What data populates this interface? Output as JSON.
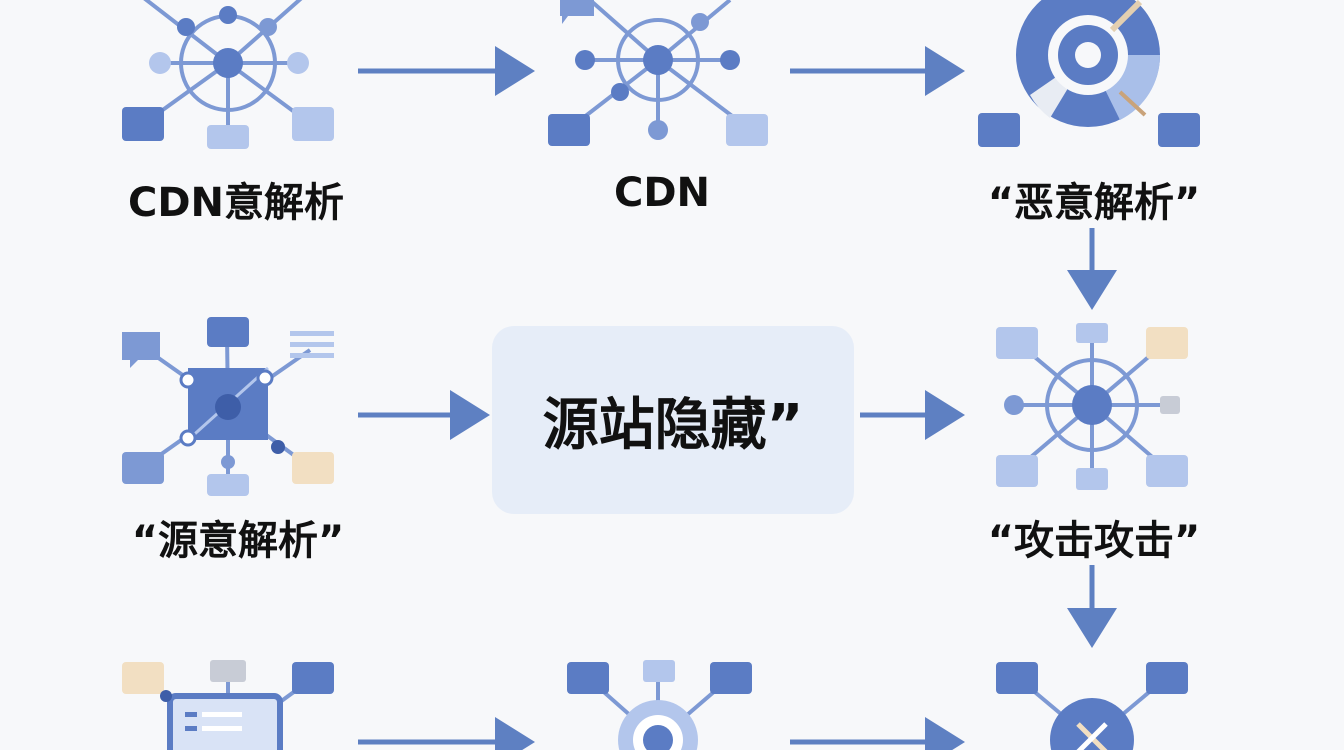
{
  "nodes": {
    "cdn_resolve": "CDN意解析",
    "cdn": "CDN",
    "malicious_resolve": "“恶意解析”",
    "origin_resolve": "“源意解析”",
    "attack": "“攻击攻击”"
  },
  "center": {
    "label": "源站隐藏”"
  },
  "colors": {
    "node_dark": "#5b7cc4",
    "node_mid": "#7d99d4",
    "node_light": "#b3c6ec",
    "accent_beige": "#f2dfc2",
    "arrow": "#5e80c2",
    "center_bg": "#e6edf8"
  },
  "icons": [
    "network-hub-icon",
    "target-ring-icon",
    "document-node-icon",
    "wheel-node-icon",
    "crossed-node-icon"
  ]
}
